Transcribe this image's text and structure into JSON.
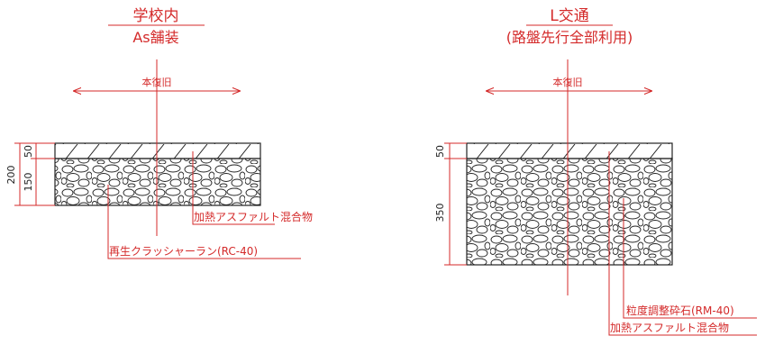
{
  "colors": {
    "annotation": "#d42a2a",
    "linework": "#222222",
    "background": "#ffffff"
  },
  "left_section": {
    "title_line1": "学校内",
    "title_line2": "As舗装",
    "restoration_label": "本復旧",
    "dimensions": {
      "total": "200",
      "surface": "50",
      "base": "150"
    },
    "leaders": {
      "surface": "加熱アスファルト混合物",
      "base": "再生クラッシャーラン(RC-40)"
    }
  },
  "right_section": {
    "title_line1": "L交通",
    "title_line2": "(路盤先行全部利用)",
    "restoration_label": "本復旧",
    "dimensions": {
      "surface": "50",
      "base": "350"
    },
    "leaders": {
      "base": "粒度調整砕石(RM-40)",
      "surface": "加熱アスファルト混合物"
    }
  }
}
